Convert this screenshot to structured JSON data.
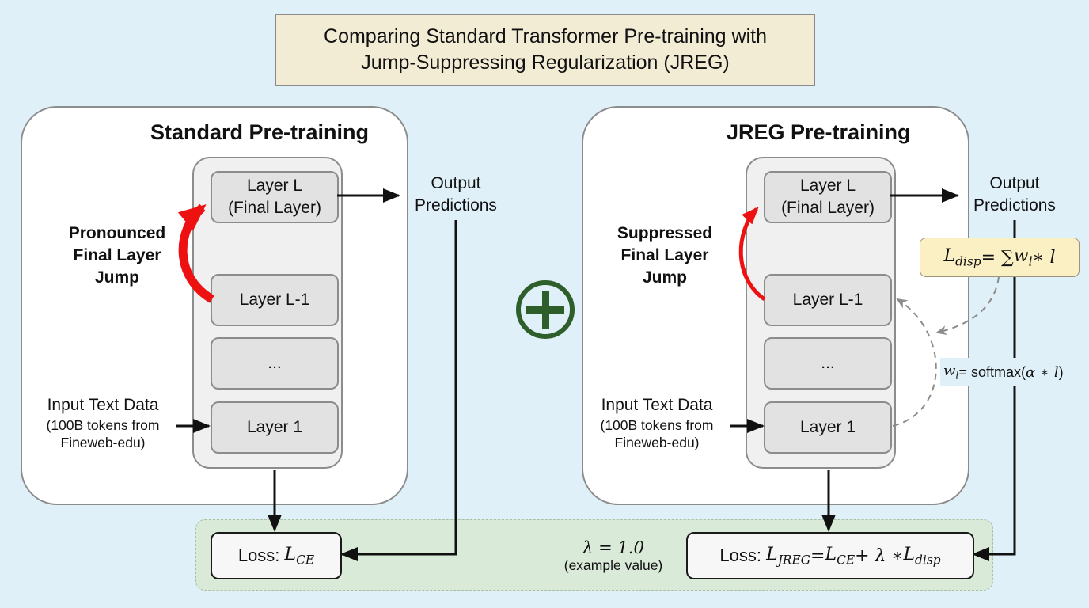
{
  "title": {
    "line1": "Comparing Standard Transformer Pre-training with",
    "line2": "Jump-Suppressing Regularization (JREG)"
  },
  "standard": {
    "panel_title": "Standard Pre-training",
    "layers": {
      "final_line1": "Layer L",
      "final_line2": "(Final Layer)",
      "penultimate": "Layer L-1",
      "middle": "...",
      "first": "Layer 1"
    },
    "jump_label": [
      "Pronounced",
      "Final Layer",
      "Jump"
    ],
    "output_label": [
      "Output",
      "Predictions"
    ],
    "input_label": {
      "title": "Input Text Data",
      "sub1": "(100B tokens from",
      "sub2": "Fineweb-edu)"
    },
    "loss": {
      "prefix": "Loss: ",
      "symbol": "L",
      "subscript": "CE"
    }
  },
  "jreg": {
    "panel_title": "JREG Pre-training",
    "layers": {
      "final_line1": "Layer L",
      "final_line2": "(Final Layer)",
      "penultimate": "Layer L-1",
      "middle": "...",
      "first": "Layer 1"
    },
    "jump_label": [
      "Suppressed",
      "Final Layer",
      "Jump"
    ],
    "output_label": [
      "Output",
      "Predictions"
    ],
    "input_label": {
      "title": "Input Text Data",
      "sub1": "(100B tokens from",
      "sub2": "Fineweb-edu)"
    },
    "disp_formula": {
      "lhs": "L",
      "lhs_sub": "disp",
      "eq": " = ∑ ",
      "w": "w",
      "w_sub": "l",
      "rest": " ∗ l"
    },
    "weight_formula": {
      "w": "w",
      "w_sub": "l",
      "rest": " = softmax(",
      "arg": "α ∗ l",
      "close": ")"
    },
    "loss": {
      "prefix": "Loss: ",
      "l1": "L",
      "l1_sub": "JREG",
      "eq": " = ",
      "l2": "L",
      "l2_sub": "CE",
      "plus": " + λ ∗ ",
      "l3": "L",
      "l3_sub": "disp"
    }
  },
  "combine_icon": "plus-circle-icon",
  "lambda": {
    "value": "λ = 1.0",
    "note": "(example value)"
  },
  "colors": {
    "background": "#dff0f8",
    "title_fill": "#f3ecd5",
    "jump_arrow": "#ee1111",
    "plus_icon": "#2e5e2a",
    "loss_region": "#d9ead8",
    "formula_fill": "#fbefc4"
  }
}
